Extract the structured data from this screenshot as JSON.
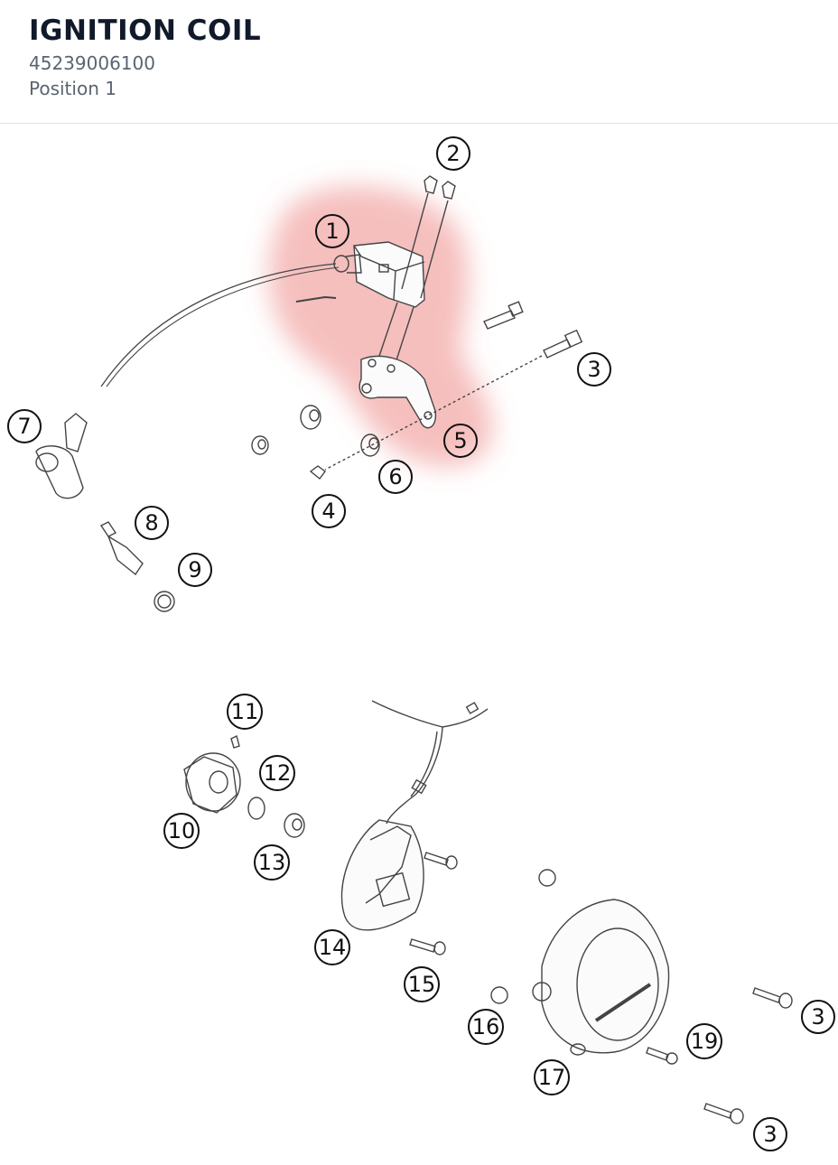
{
  "header": {
    "title": "IGNITION COIL",
    "part_number": "45239006100",
    "position": "Position 1"
  },
  "diagram": {
    "highlight_color": "#e8726f",
    "callouts": [
      "1",
      "2",
      "3",
      "4",
      "5",
      "6",
      "7",
      "8",
      "9",
      "10",
      "11",
      "12",
      "13",
      "14",
      "15",
      "16",
      "17",
      "19",
      "3",
      "3"
    ]
  }
}
